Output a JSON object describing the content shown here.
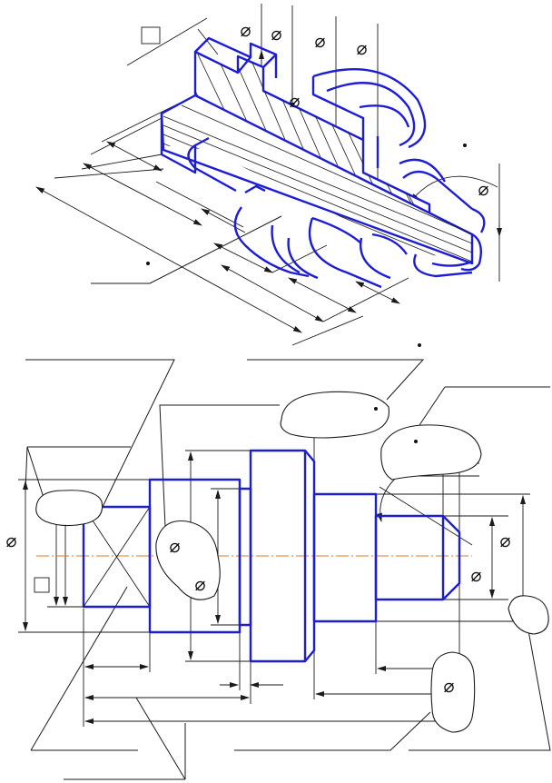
{
  "drawing": {
    "diameter_symbol": "⌀",
    "square_symbol": "□",
    "isometric_view": {
      "diameter_marks": 6,
      "square_marks": 1,
      "dot_marks": 3
    },
    "front_view": {
      "diameter_marks": 6,
      "square_marks": 1,
      "dot_marks": 2,
      "callout_bubbles": 6
    },
    "colors": {
      "contour": "#1d1dd1",
      "dimension_lines": "#1a1a1a",
      "axis_line": "#e07a1e",
      "background": "#ffffff"
    }
  }
}
